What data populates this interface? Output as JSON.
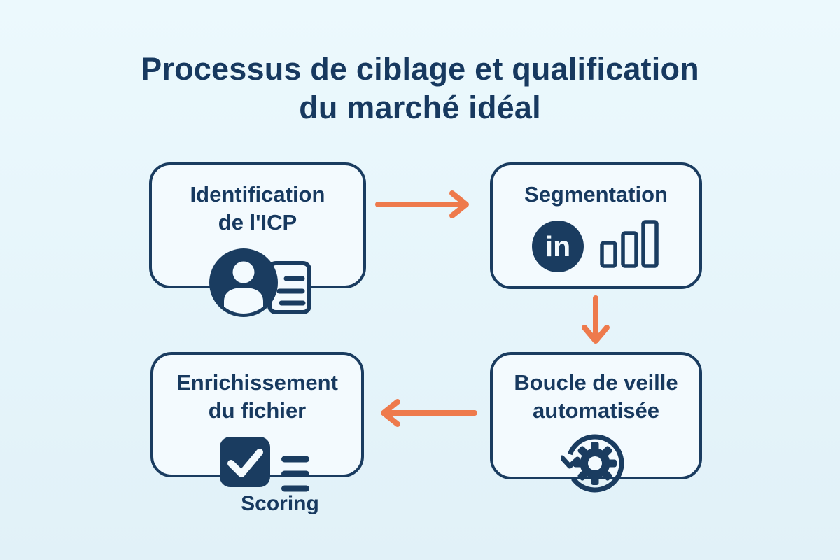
{
  "title": {
    "lines": [
      "Processus de ciblage et qualification",
      "du marché idéal"
    ]
  },
  "colors": {
    "navy": "#1A3C60",
    "text": "#17395F",
    "arrow_orange": "#EE7A4C",
    "background": "#E8F6FC",
    "node_fill": "#F3FAFE"
  },
  "nodes": [
    {
      "id": "icp-identification",
      "lines": [
        "Identification",
        "de l'ICP"
      ],
      "icons": [
        "person-contact-card-icon"
      ]
    },
    {
      "id": "segmentation",
      "lines": [
        "Segmentation"
      ],
      "icons": [
        "linkedin-icon",
        "bar-chart-icon"
      ],
      "linkedin_glyph": "in"
    },
    {
      "id": "automated-watch-loop",
      "lines": [
        "Boucle de veille",
        "automatisée"
      ],
      "icons": [
        "automation-gear-loop-icon"
      ]
    },
    {
      "id": "file-enrichment",
      "lines": [
        "Enrichissement",
        "du fichier"
      ],
      "icons": [
        "checklist-icon"
      ],
      "caption": "Scoring"
    }
  ],
  "flow": [
    {
      "from": "icp-identification",
      "to": "segmentation",
      "direction": "right"
    },
    {
      "from": "segmentation",
      "to": "automated-watch-loop",
      "direction": "down"
    },
    {
      "from": "automated-watch-loop",
      "to": "file-enrichment",
      "direction": "left"
    }
  ]
}
